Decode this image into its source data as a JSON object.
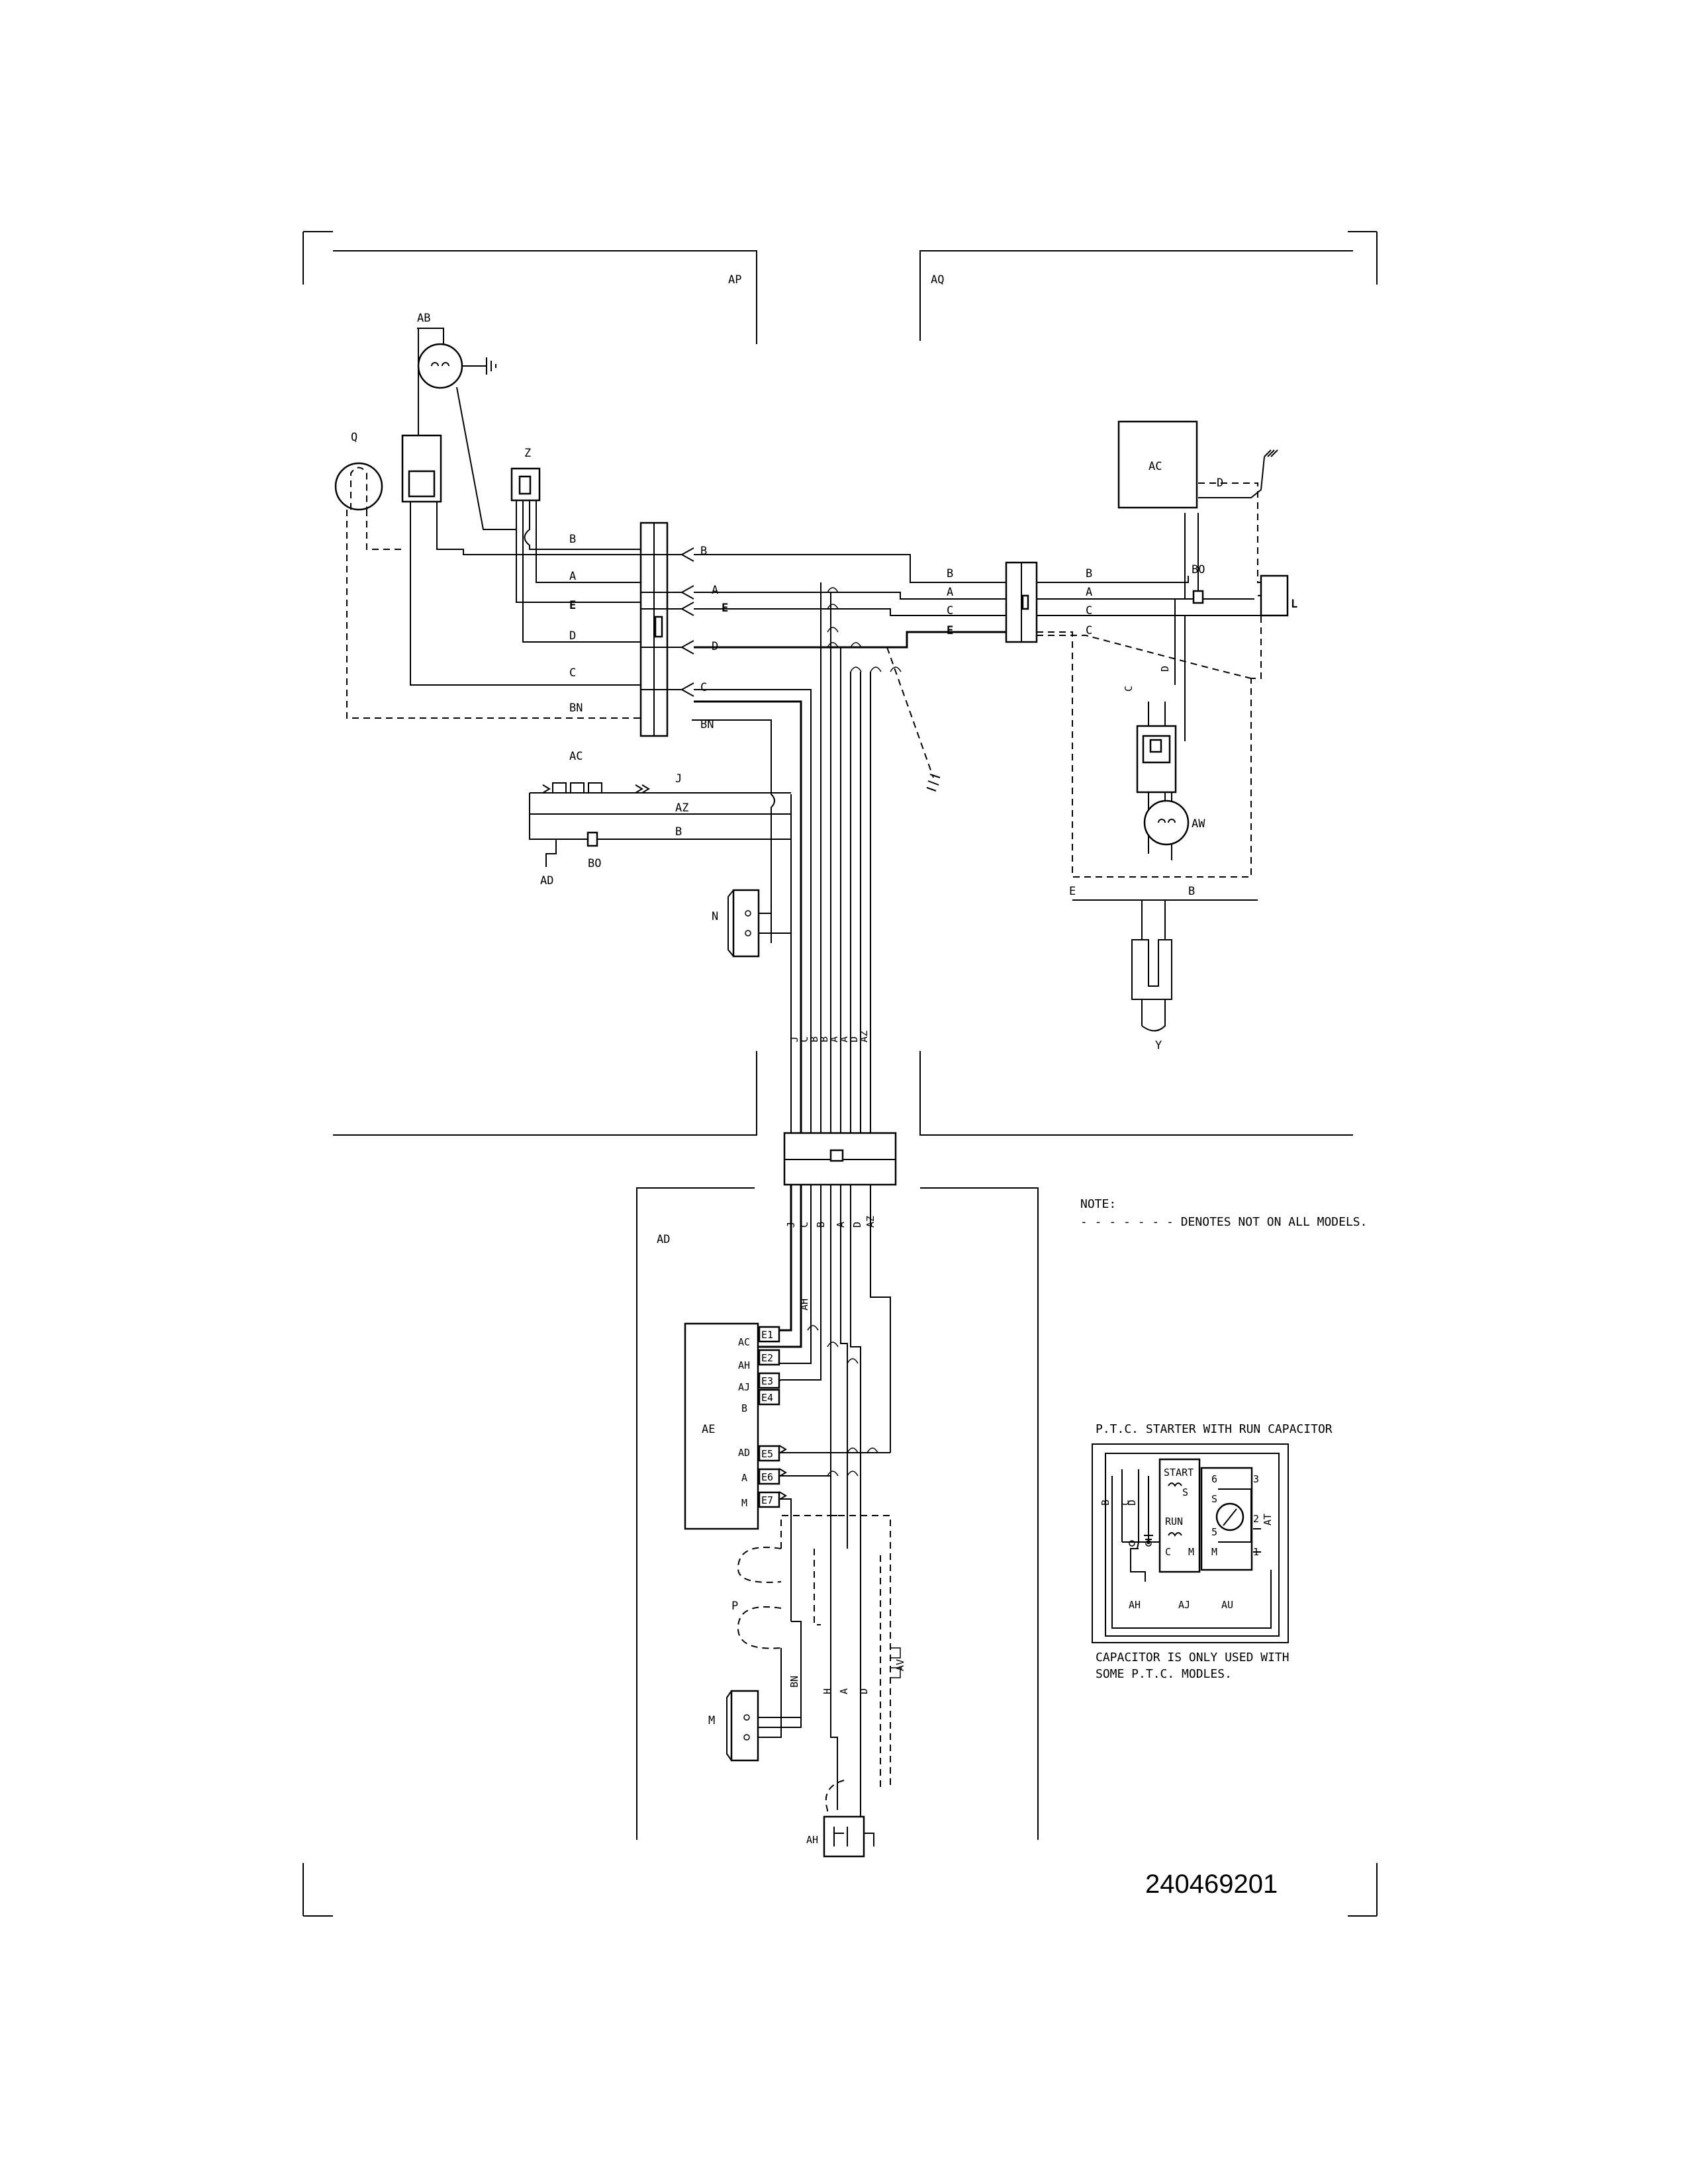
{
  "labels": {
    "panel_ap": "AP",
    "panel_aq": "AQ",
    "panel_ad": "AD",
    "ab": "AB",
    "q": "Q",
    "z": "Z",
    "ac_top": "AC",
    "ac_heater": "AC",
    "j": "J",
    "az": "AZ",
    "b": "B",
    "a": "A",
    "e": "E",
    "c": "C",
    "d": "D",
    "bn": "BN",
    "bo": "BO",
    "ad": "AD",
    "n": "N",
    "l": "L",
    "aw": "AW",
    "y": "Y",
    "ae": "AE",
    "ah": "AH",
    "aj": "AJ",
    "au": "AU",
    "at": "AT",
    "av": "AV",
    "h": "H",
    "p": "P",
    "m": "M",
    "e1": "E1",
    "e2": "E2",
    "e3": "E3",
    "e4": "E4",
    "e5": "E5",
    "e6": "E6",
    "e7": "E7",
    "start": "START",
    "run": "RUN",
    "s": "S",
    "num1": "1",
    "num2": "2",
    "num3": "3",
    "num5": "5",
    "num6": "6"
  },
  "note": {
    "title": "NOTE:",
    "text": "- - - - - - -  DENOTES NOT ON ALL MODELS."
  },
  "ptc": {
    "title": "P.T.C. STARTER WITH RUN CAPACITOR",
    "caption_line1": "CAPACITOR IS ONLY USED WITH",
    "caption_line2": "SOME P.T.C. MODLES."
  },
  "document_number": "240469201"
}
